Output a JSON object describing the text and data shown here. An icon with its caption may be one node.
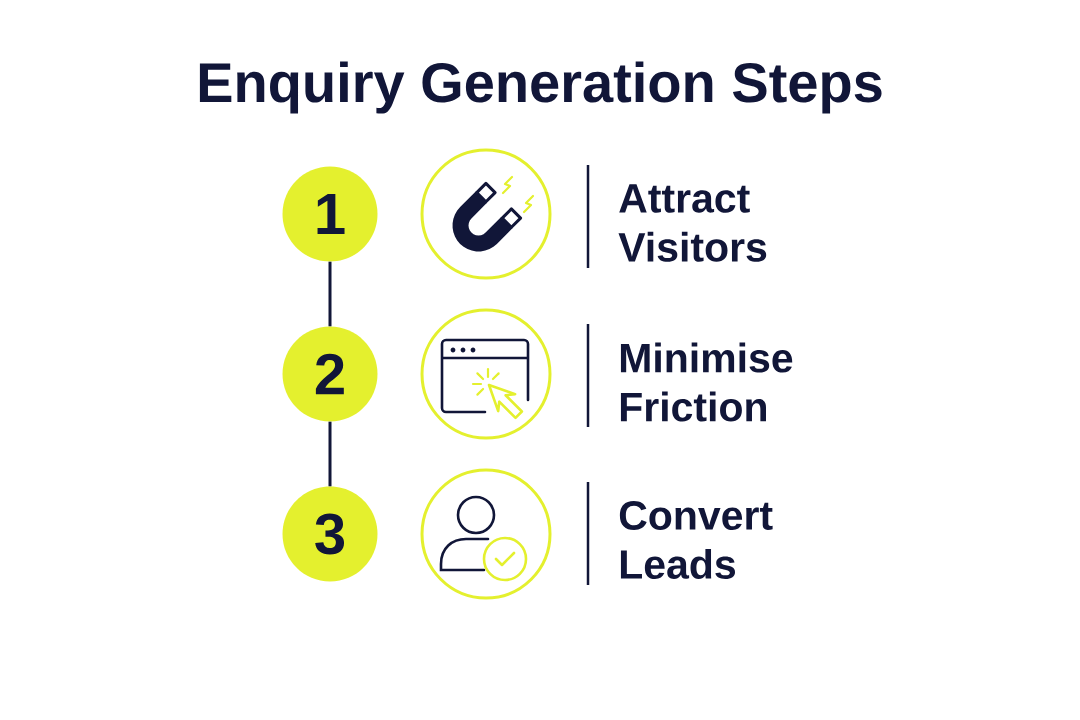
{
  "diagram": {
    "title": "Enquiry Generation Steps",
    "nodes": [
      {
        "text": [
          "1"
        ]
      },
      {
        "text": [],
        "shape": "circle"
      },
      {
        "text": [
          "2"
        ]
      },
      {
        "text": [],
        "shape": "circle"
      },
      {
        "text": [
          "3"
        ]
      },
      {
        "text": [],
        "shape": "circle"
      }
    ],
    "edges": [
      {
        "from": 0,
        "to": 2,
        "arrow": "none"
      },
      {
        "from": 2,
        "to": 4,
        "arrow": "none"
      }
    ],
    "labels": [
      "Attract Visitors",
      "Minimise Friction",
      "Convert Leads"
    ]
  }
}
